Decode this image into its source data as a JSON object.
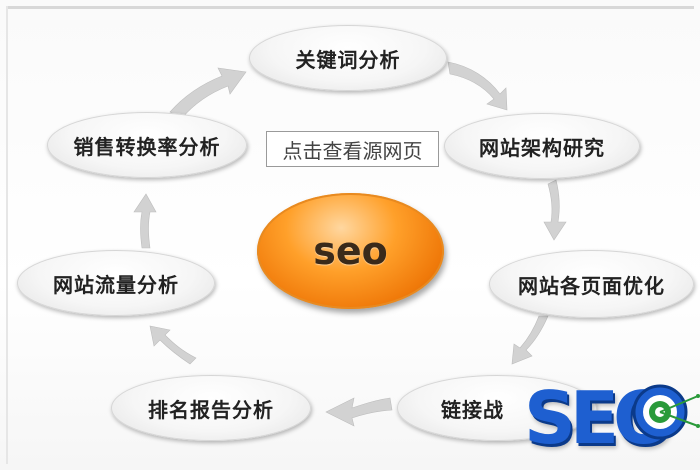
{
  "diagram": {
    "center_label": "seo",
    "source_link": "点击查看源网页",
    "nodes": [
      "关键词分析",
      "网站架构研究",
      "网站各页面优化",
      "链接战",
      "排名报告分析",
      "网站流量分析",
      "销售转换率分析"
    ],
    "logo_text": "SEO"
  },
  "colors": {
    "center_fill": "#f07a0a",
    "oval_fill": "#f4f4f4",
    "arrow": "#cfcfcf",
    "logo_blue": "#1e5fd0",
    "target_green": "#2a9a3a"
  }
}
